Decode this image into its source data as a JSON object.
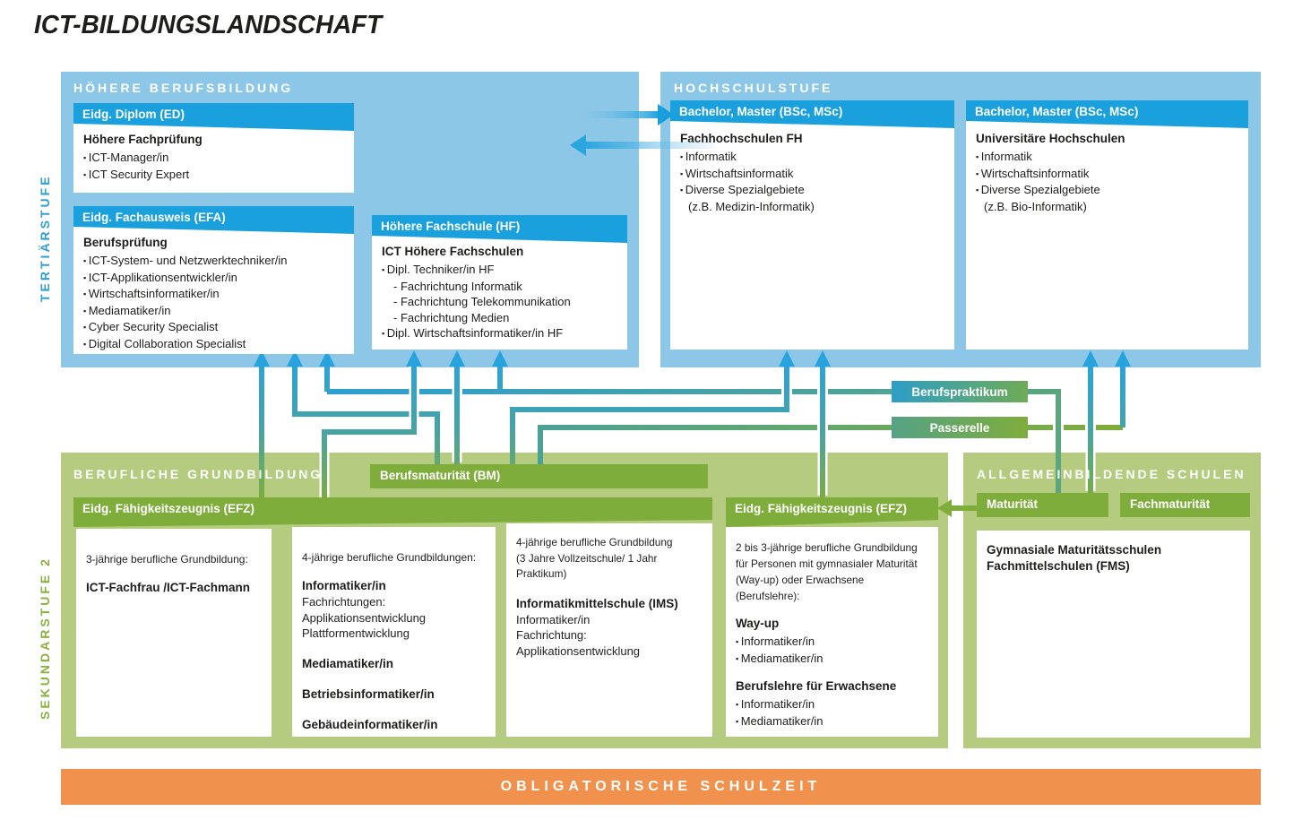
{
  "title": "ICT-BILDUNGSLANDSCHAFT",
  "side_labels": {
    "tertiary": "TERTIÄRSTUFE",
    "secondary": "SEKUNDARSTUFE 2"
  },
  "colors": {
    "blue_panel": "#8cc7e8",
    "blue_band": "#1aa0dc",
    "green_panel": "#b5cc80",
    "green_band": "#7fad3c",
    "orange": "#f0924e",
    "teal_line": "#47a3ab"
  },
  "tertiary": {
    "hbb": {
      "label": "HÖHERE BERUFSBILDUNG",
      "ed": {
        "header": "Eidg. Diplom (ED)",
        "title": "Höhere Fachprüfung",
        "items": [
          "ICT-Manager/in",
          "ICT Security Expert"
        ]
      },
      "efa": {
        "header": "Eidg. Fachausweis (EFA)",
        "title": "Berufsprüfung",
        "items": [
          "ICT-System- und Netzwerktechniker/in",
          "ICT-Applikationsentwickler/in",
          "Wirtschaftsinformatiker/in",
          "Mediamatiker/in",
          "Cyber Security Specialist",
          "Digital Collaboration Specialist"
        ]
      },
      "hf": {
        "header": "Höhere Fachschule (HF)",
        "title": "ICT Höhere Fachschulen",
        "items": [
          "Dipl. Techniker/in HF",
          "-  Fachrichtung Informatik",
          "-  Fachrichtung Telekommunikation",
          "-  Fachrichtung Medien",
          "Dipl. Wirtschaftsinformatiker/in HF"
        ]
      }
    },
    "hs": {
      "label": "HOCHSCHULSTUFE",
      "fh": {
        "header": "Bachelor, Master (BSc, MSc)",
        "title": "Fachhochschulen FH",
        "items": [
          "Informatik",
          "Wirtschaftsinformatik",
          "Diverse Spezialgebiete",
          "(z.B. Medizin-Informatik)"
        ]
      },
      "uni": {
        "header": "Bachelor, Master (BSc, MSc)",
        "title": "Universitäre Hochschulen",
        "items": [
          "Informatik",
          "Wirtschaftsinformatik",
          "Diverse Spezialgebiete",
          "(z.B. Bio-Informatik)"
        ]
      }
    }
  },
  "connectors": {
    "berufspraktikum": "Berufspraktikum",
    "passerelle": "Passerelle"
  },
  "secondary": {
    "bgb": {
      "label": "BERUFLICHE GRUNDBILDUNG",
      "bm": "Berufsmaturität (BM)",
      "efz": "Eidg. Fähigkeitszeugnis (EFZ)",
      "col1": {
        "intro": "3-jährige berufliche Grundbildung:",
        "title": "ICT-Fachfrau /ICT-Fachmann"
      },
      "col2": {
        "intro": "4-jährige berufliche Grundbildungen:",
        "prof1": "Informatiker/in",
        "prof1_lines": [
          "Fachrichtungen:",
          "Applikationsentwicklung",
          "Plattformentwicklung"
        ],
        "prof2": "Mediamatiker/in",
        "prof3": "Betriebsinformatiker/in",
        "prof4": "Gebäudeinformatiker/in"
      },
      "col3": {
        "intro1": "4-jährige berufliche Grundbildung",
        "intro2": "(3 Jahre Vollzeitschule/ 1 Jahr Praktikum)",
        "title": "Informatikmittelschule (IMS)",
        "lines": [
          "Informatiker/in",
          "Fachrichtung:",
          "Applikationsentwicklung"
        ]
      },
      "col4": {
        "efz": "Eidg. Fähigkeitszeugnis (EFZ)",
        "intro": "2 bis 3-jährige berufliche Grundbildung für Personen mit gymnasialer Maturität (Way-up) oder Erwachsene (Berufslehre):",
        "wayup_title": "Way-up",
        "wayup_items": [
          "Informatiker/in",
          "Mediamatiker/in"
        ],
        "bfe_title": "Berufslehre für Erwachsene",
        "bfe_items": [
          "Informatiker/in",
          "Mediamatiker/in"
        ]
      }
    },
    "abs": {
      "label": "ALLGEMEINBILDENDE SCHULEN",
      "maturitaet": "Maturität",
      "fachmaturitaet": "Fachmaturität",
      "school1": "Gymnasiale Maturitätsschulen",
      "school2": "Fachmittelschulen (FMS)"
    }
  },
  "footer": {
    "label": "OBLIGATORISCHE SCHULZEIT"
  }
}
